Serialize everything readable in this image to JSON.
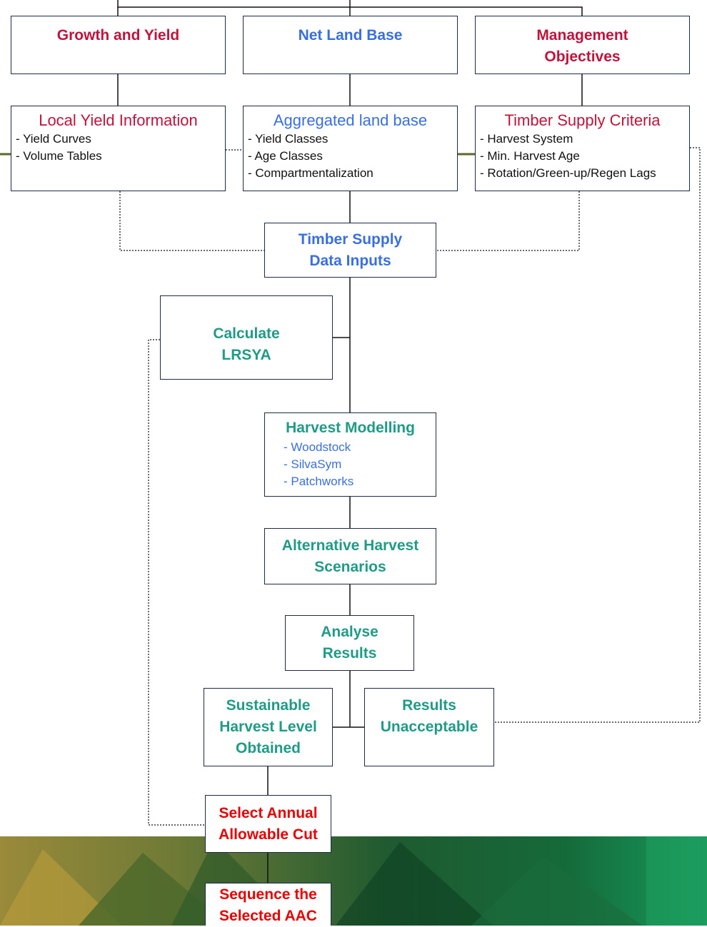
{
  "colors": {
    "red_heading": "#c0143c",
    "blue_heading": "#3a6fe0",
    "teal_heading": "#1f9b86",
    "aac_red": "#e80000",
    "box_border": "#1f2a44",
    "olive_connector": "#5b6a2a"
  },
  "growth_and_yield": {
    "title": "Growth and Yield"
  },
  "net_land_base": {
    "title": "Net Land Base"
  },
  "management_objectives": {
    "title_line1": "Management",
    "title_line2": "Objectives"
  },
  "local_yield": {
    "heading": "Local Yield Information",
    "items": [
      "- Yield Curves",
      "- Volume Tables"
    ]
  },
  "aggregated_land": {
    "heading": "Aggregated land base",
    "items": [
      "- Yield Classes",
      "- Age Classes",
      "- Compartmentalization"
    ]
  },
  "timber_criteria": {
    "heading": "Timber Supply Criteria",
    "items": [
      "- Harvest System",
      "- Min. Harvest Age",
      "- Rotation/Green-up/Regen Lags"
    ]
  },
  "data_inputs": {
    "line1": "Timber Supply",
    "line2": "Data Inputs"
  },
  "lrsya": {
    "line1": "Calculate",
    "line2": "LRSYA"
  },
  "harvest_modelling": {
    "title": "Harvest Modelling",
    "items": [
      "- Woodstock",
      "- SilvaSym",
      "- Patchworks"
    ]
  },
  "alt_scenarios": {
    "line1": "Alternative Harvest",
    "line2": "Scenarios"
  },
  "analyse": {
    "line1": "Analyse",
    "line2": "Results"
  },
  "sustainable": {
    "line1": "Sustainable",
    "line2": "Harvest Level",
    "line3": "Obtained"
  },
  "unacceptable": {
    "line1": "Results",
    "line2": "Unacceptable"
  },
  "select_aac": {
    "line1": "Select Annual",
    "line2": "Allowable Cut"
  },
  "sequence_aac": {
    "line1": "Sequence the",
    "line2": "Selected AAC"
  }
}
